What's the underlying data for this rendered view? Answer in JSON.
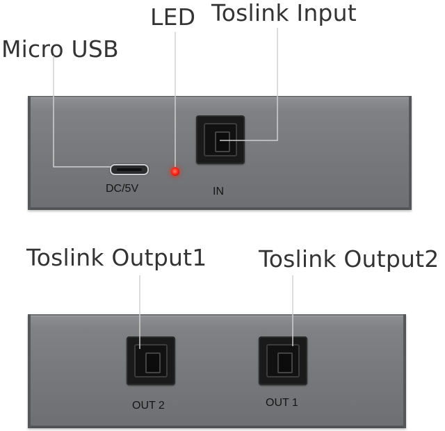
{
  "labels": {
    "micro_usb": "Micro USB",
    "led": "LED",
    "toslink_input": "Toslink Input",
    "toslink_output1": "Toslink Output1",
    "toslink_output2": "Toslink Output2"
  },
  "top_panel": {
    "dc_label": "DC/5V",
    "in_label": "IN"
  },
  "bottom_panel": {
    "out2_label": "OUT 2",
    "out1_label": "OUT 1"
  }
}
